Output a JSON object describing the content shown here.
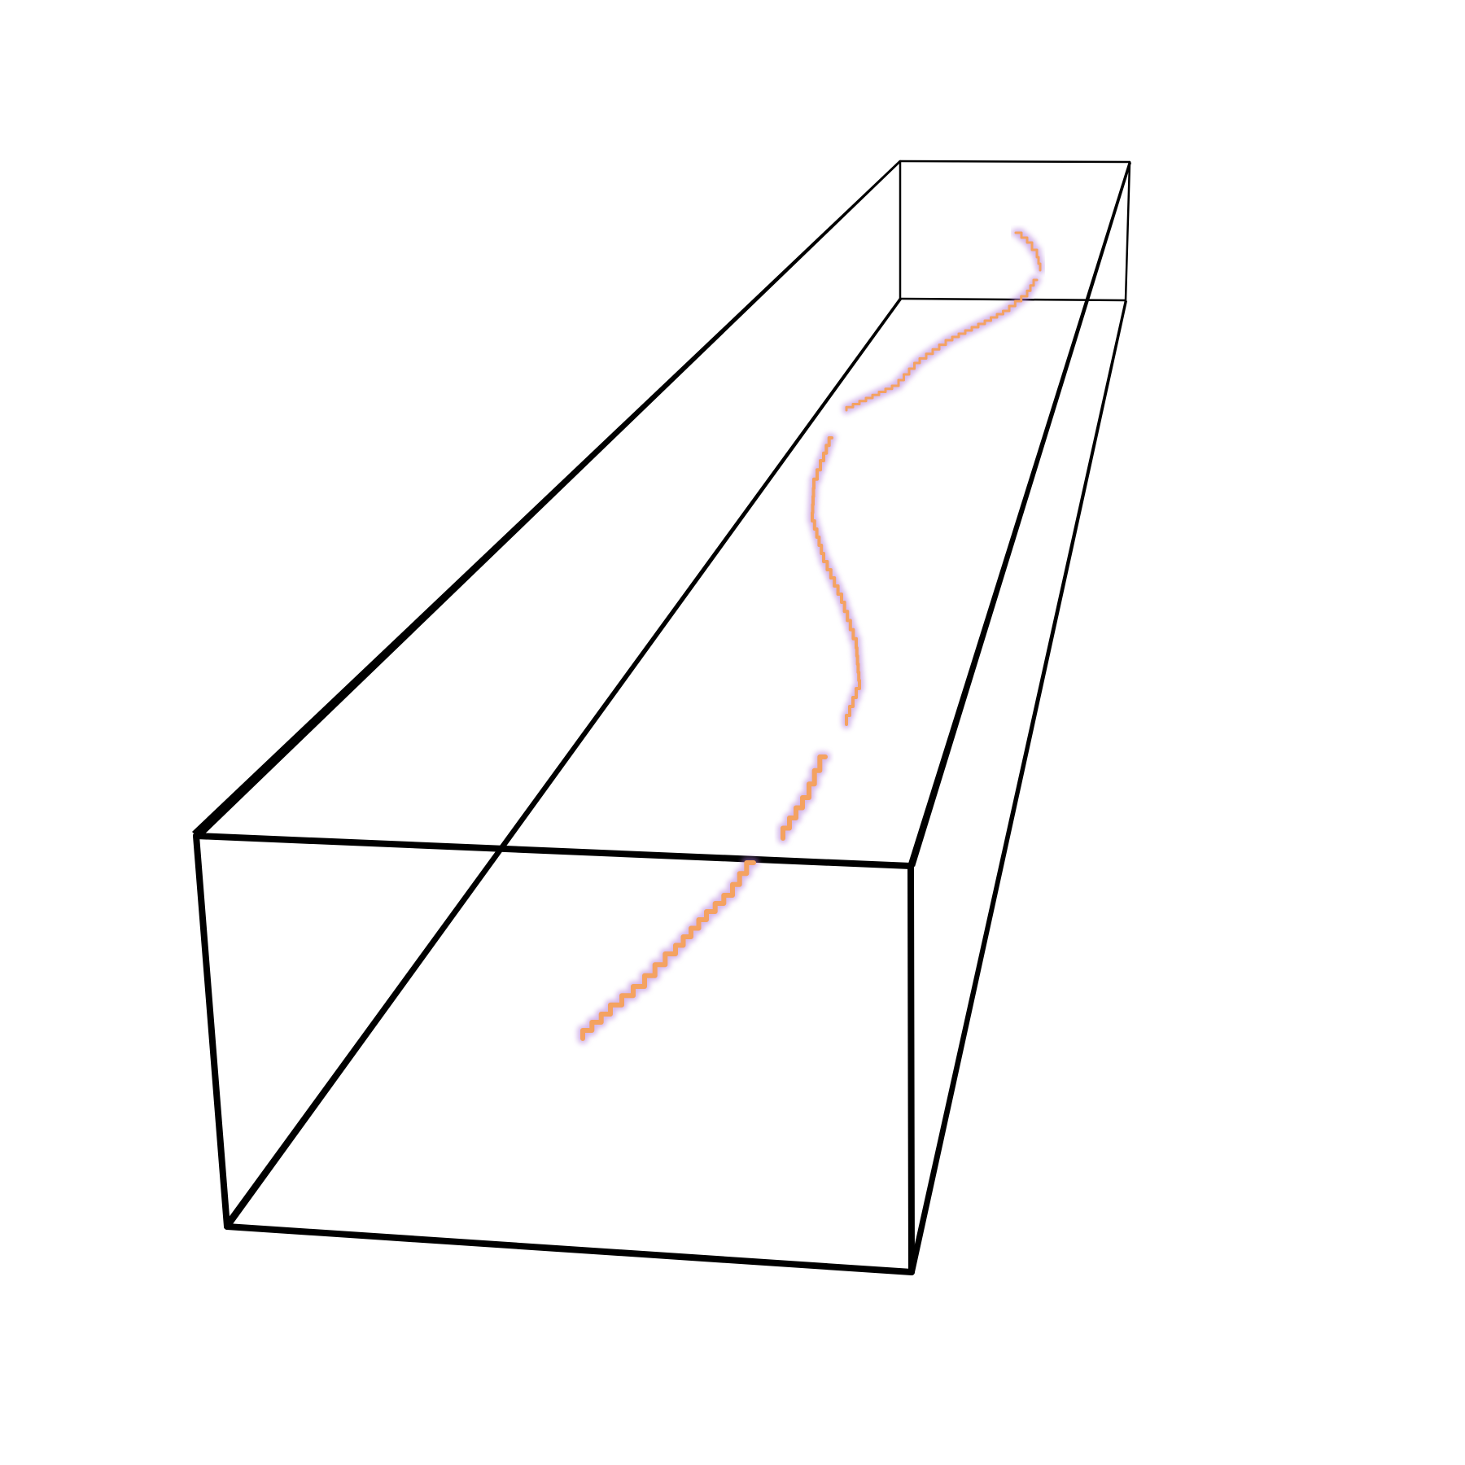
{
  "diagram": {
    "kind": "3d-box-with-trajectory",
    "colors": {
      "background": "#ffffff",
      "edges": "#000000",
      "path_core": "#f4a261",
      "path_glow": "#b07ad8"
    },
    "path_style": "stair-stepped",
    "path_segments": 6
  }
}
